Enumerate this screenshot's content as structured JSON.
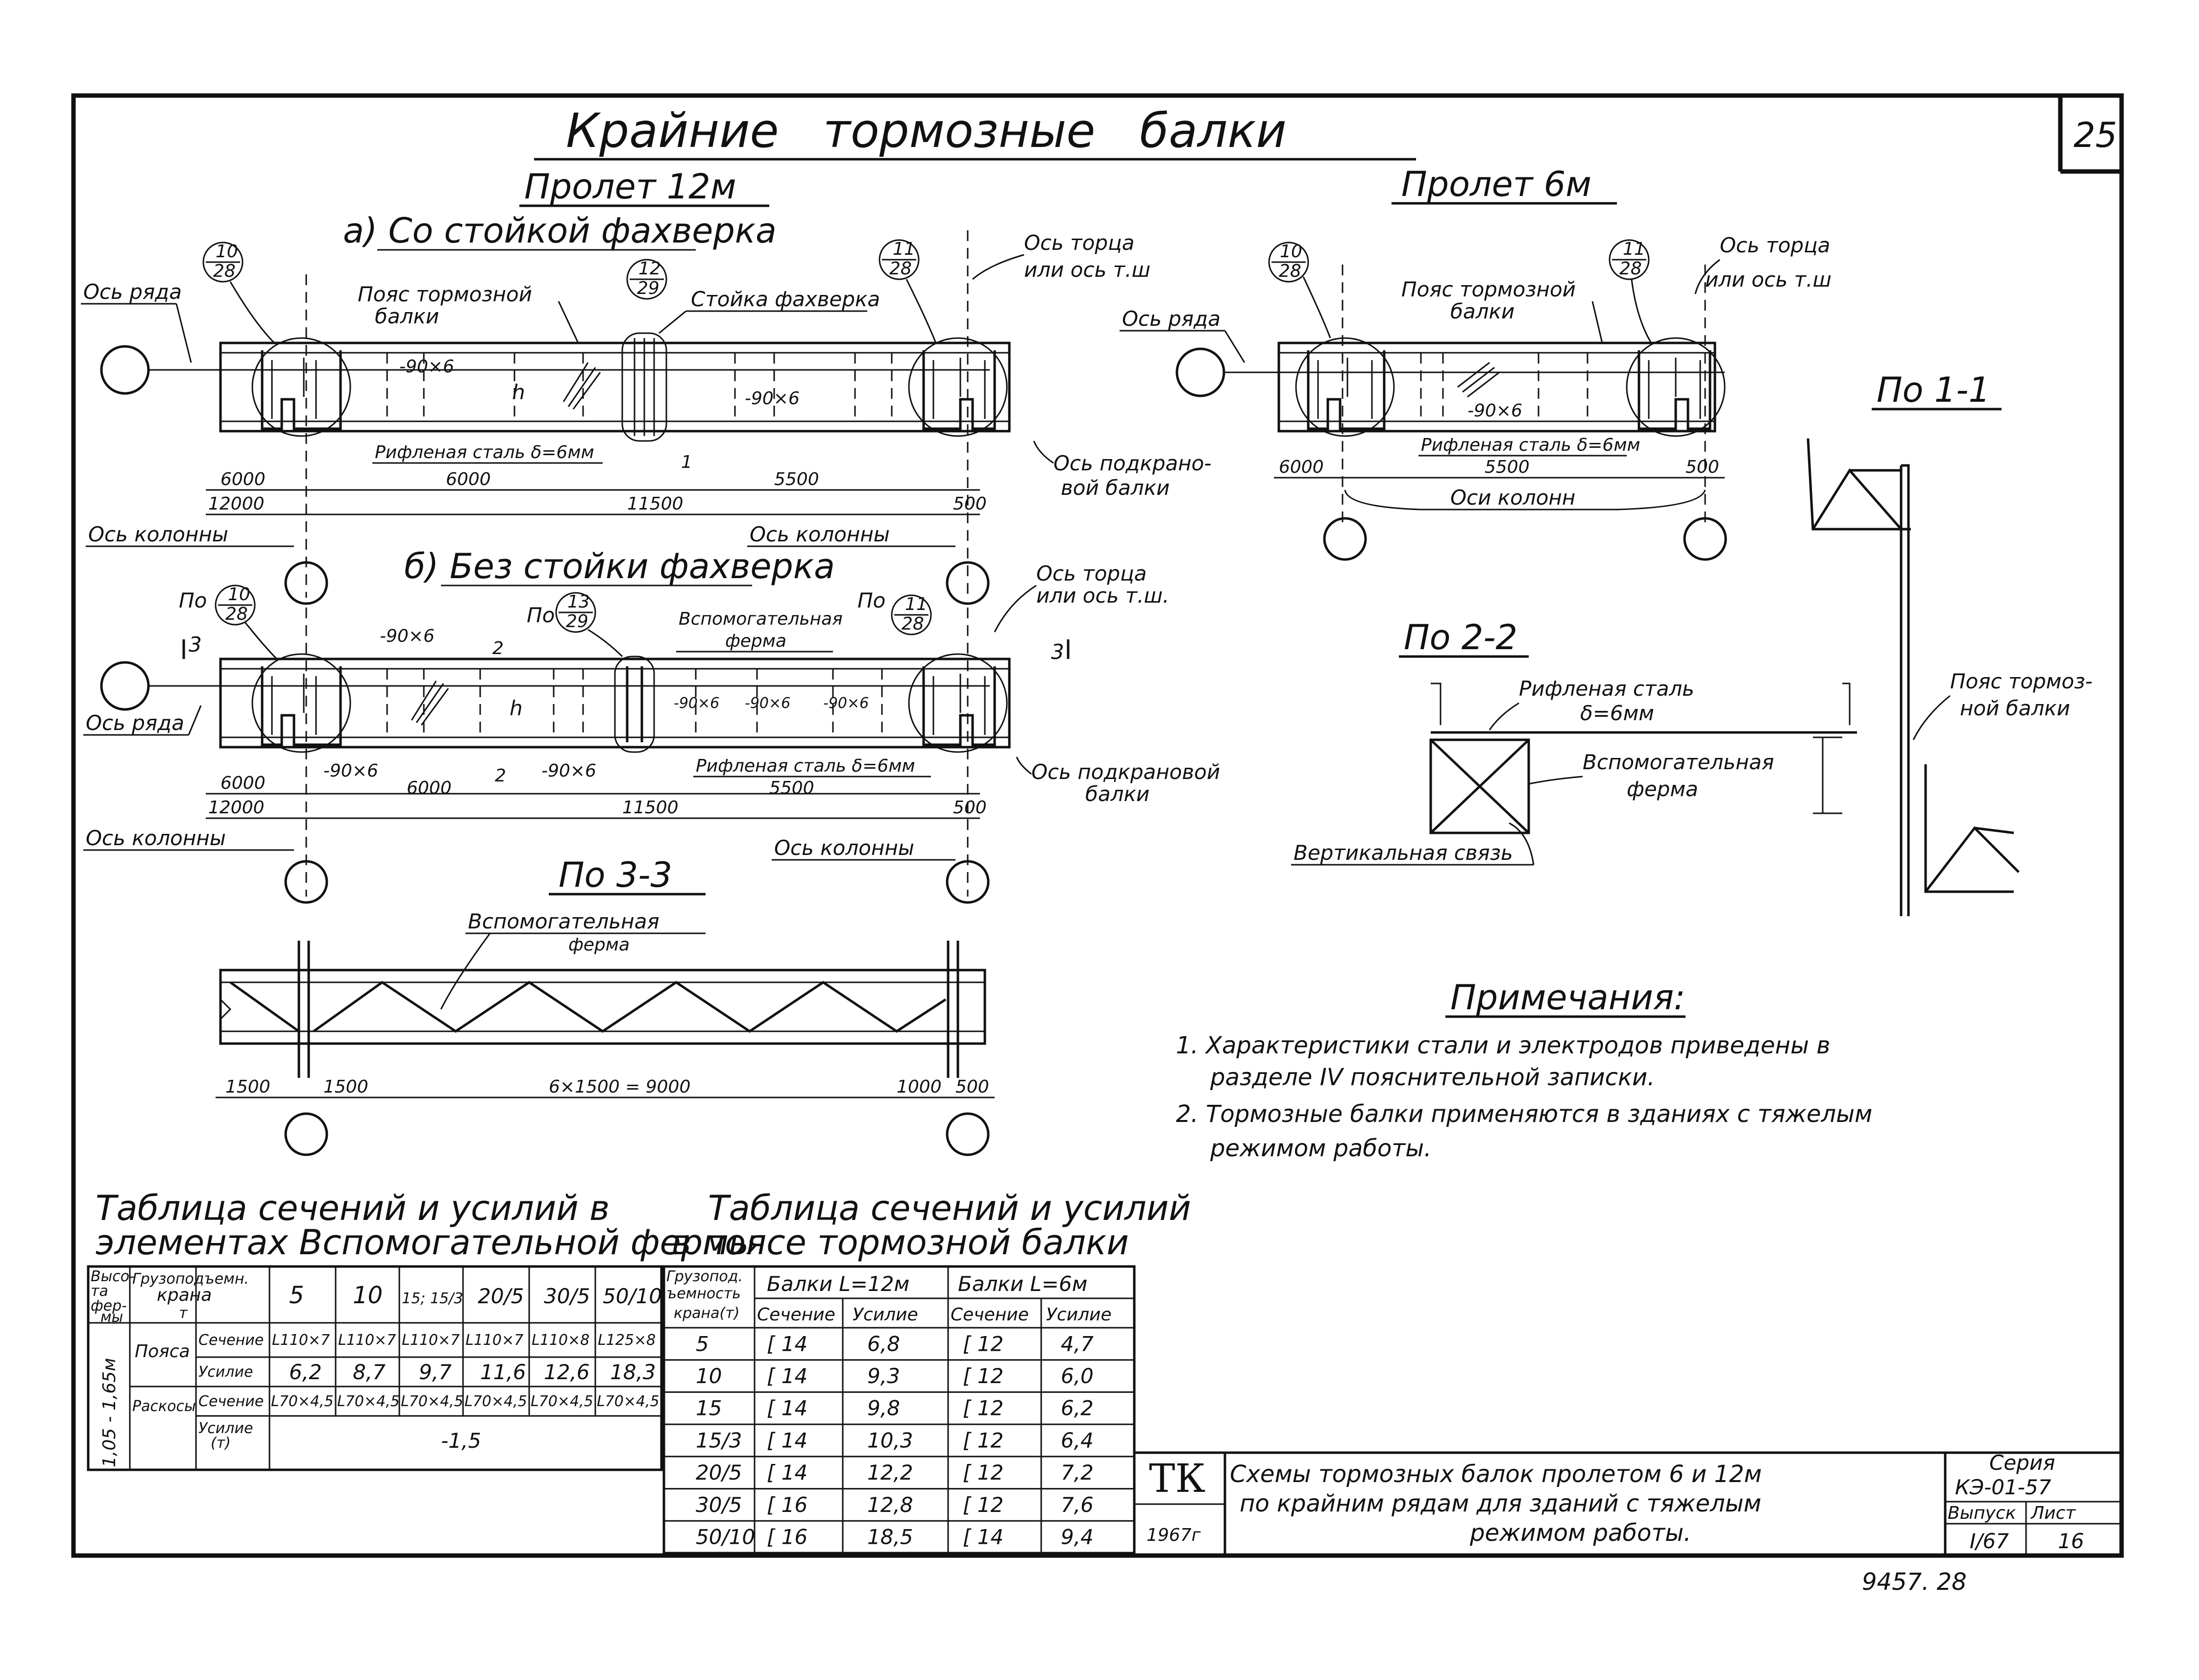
{
  "sheet_number": "25",
  "title": "Крайние тормозные балки",
  "span12": {
    "heading": "Пролет 12м",
    "variant_a": "а) Со стойкой фахверка",
    "variant_b": "б) Без стойки фахверка",
    "callout_10_28": [
      "10",
      "28"
    ],
    "callout_11_28": [
      "11",
      "28"
    ],
    "callout_12_29": [
      "12",
      "29"
    ],
    "callout_13_29": [
      "13",
      "29"
    ],
    "prefix_po": "По",
    "row_axis": "Ось ряда",
    "beam_belt": [
      "Пояс тормозной",
      "балки"
    ],
    "facade_post": "Стойка фахверка",
    "end_axis": [
      "Ось торца",
      "или ось т.ш"
    ],
    "end_axis_b": [
      "Ось торца",
      "или ось т.ш."
    ],
    "crane_beam_axis": [
      "Ось подкрано-",
      "вой балки"
    ],
    "crane_beam_axis_b": [
      "Ось подкрановой",
      "балки"
    ],
    "column_axis": "Ось колонны",
    "plate": "-90×6",
    "h": "h",
    "corrugated": "Рифленая сталь δ=6мм",
    "aux_truss": [
      "Вспомогательная",
      "ферма"
    ],
    "dims_a": {
      "d6000": "6000",
      "d12000": "12000",
      "d6000b": "6000",
      "d11500": "11500",
      "d5500": "5500",
      "d500": "500"
    },
    "dims_b": {
      "d6000": "6000",
      "d12000": "12000",
      "d6000b": "6000",
      "d11500": "11500",
      "d5500": "5500",
      "d500": "500"
    },
    "sec3": "3",
    "sec2": "2",
    "sec1": "1"
  },
  "span6": {
    "heading": "Пролет 6м",
    "callout_10_28": [
      "10",
      "28"
    ],
    "callout_11_28": [
      "11",
      "28"
    ],
    "beam_belt": [
      "Пояс тормозной",
      "балки"
    ],
    "row_axis": "Ось ряда",
    "end_axis": [
      "Ось торца",
      "или ось т.ш"
    ],
    "plate": "-90×6",
    "corrugated": "Рифленая сталь δ=6мм",
    "d6000": "6000",
    "d5500": "5500",
    "d500": "500",
    "column_axes": "Оси колонн"
  },
  "section_1_1": {
    "heading": "По 1-1",
    "belt": [
      "Пояс тормоз-",
      "ной балки"
    ]
  },
  "section_2_2": {
    "heading": "По 2-2",
    "corrugated": [
      "Рифленая сталь",
      "δ=6мм"
    ],
    "aux_truss": [
      "Вспомогательная",
      "ферма"
    ],
    "vertical_brace": "Вертикальная связь"
  },
  "section_3_3": {
    "heading": "По 3-3",
    "aux_truss": [
      "Вспомогательная",
      "ферма"
    ],
    "d1500a": "1500",
    "d1500b": "1500",
    "d9000": "6×1500 = 9000",
    "d1000": "1000",
    "d500": "500"
  },
  "notes": {
    "heading": "Примечания:",
    "items": [
      "1. Характеристики стали и электродов приведены в",
      "разделе IV пояснительной записки.",
      "2. Тормозные балки применяются в зданиях с тяжелым",
      "режимом работы."
    ]
  },
  "truss_table": {
    "caption": [
      "Таблица сечений и усилий в",
      "элементах Вспомогательной фермы"
    ],
    "h_height": [
      "Высо-",
      "та",
      "фер-",
      "мы"
    ],
    "h_crane": [
      "Грузоподъемн.",
      "крана",
      "т"
    ],
    "capacities": [
      "5",
      "10",
      "15; 15/3",
      "20/5",
      "30/5",
      "50/10"
    ],
    "height_value": "1,05 - 1,65м",
    "belts": "Пояса",
    "braces": "Раскосы",
    "section": "Сечение",
    "force": "Усилие",
    "force_t": [
      "Усилие",
      "(т)"
    ],
    "belt_sections": [
      "L110×7",
      "L110×7",
      "L110×7",
      "L110×7",
      "L110×8",
      "L125×8"
    ],
    "belt_forces": [
      "6,2",
      "8,7",
      "9,7",
      "11,6",
      "12,6",
      "18,3"
    ],
    "brace_sections": [
      "L70×4,5",
      "L70×4,5",
      "L70×4,5",
      "L70×4,5",
      "L70×4,5",
      "L70×4,5"
    ],
    "brace_force": "-1,5"
  },
  "belt_table": {
    "caption": [
      "Таблица сечений и усилий",
      "в поясе тормозной балки"
    ],
    "h_capacity": [
      "Грузопод.",
      "ъемность",
      "крана(т)"
    ],
    "h_L12": "Балки L=12м",
    "h_L6": "Балки L=6м",
    "h_section": "Сечение",
    "h_force": "Усилие",
    "rows": [
      {
        "cap": "5",
        "s12": "[ 14",
        "f12": "6,8",
        "s6": "[ 12",
        "f6": "4,7"
      },
      {
        "cap": "10",
        "s12": "[ 14",
        "f12": "9,3",
        "s6": "[ 12",
        "f6": "6,0"
      },
      {
        "cap": "15",
        "s12": "[ 14",
        "f12": "9,8",
        "s6": "[ 12",
        "f6": "6,2"
      },
      {
        "cap": "15/3",
        "s12": "[ 14",
        "f12": "10,3",
        "s6": "[ 12",
        "f6": "6,4"
      },
      {
        "cap": "20/5",
        "s12": "[ 14",
        "f12": "12,2",
        "s6": "[ 12",
        "f6": "7,2"
      },
      {
        "cap": "30/5",
        "s12": "[ 16",
        "f12": "12,8",
        "s6": "[ 12",
        "f6": "7,6"
      },
      {
        "cap": "50/10",
        "s12": "[ 16",
        "f12": "18,5",
        "s6": "[ 14",
        "f6": "9,4"
      }
    ]
  },
  "stamp": {
    "tk": "ТК",
    "year": "1967г",
    "title": [
      "Схемы тормозных балок пролетом 6 и 12м",
      "по крайним рядам для зданий с тяжелым",
      "режимом работы."
    ],
    "series_label": "Серия",
    "series": "КЭ-01-57",
    "issue_label": "Выпуск",
    "issue": "I/67",
    "sheet_label": "Лист",
    "sheet": "16"
  },
  "archive_number": "9457. 28"
}
